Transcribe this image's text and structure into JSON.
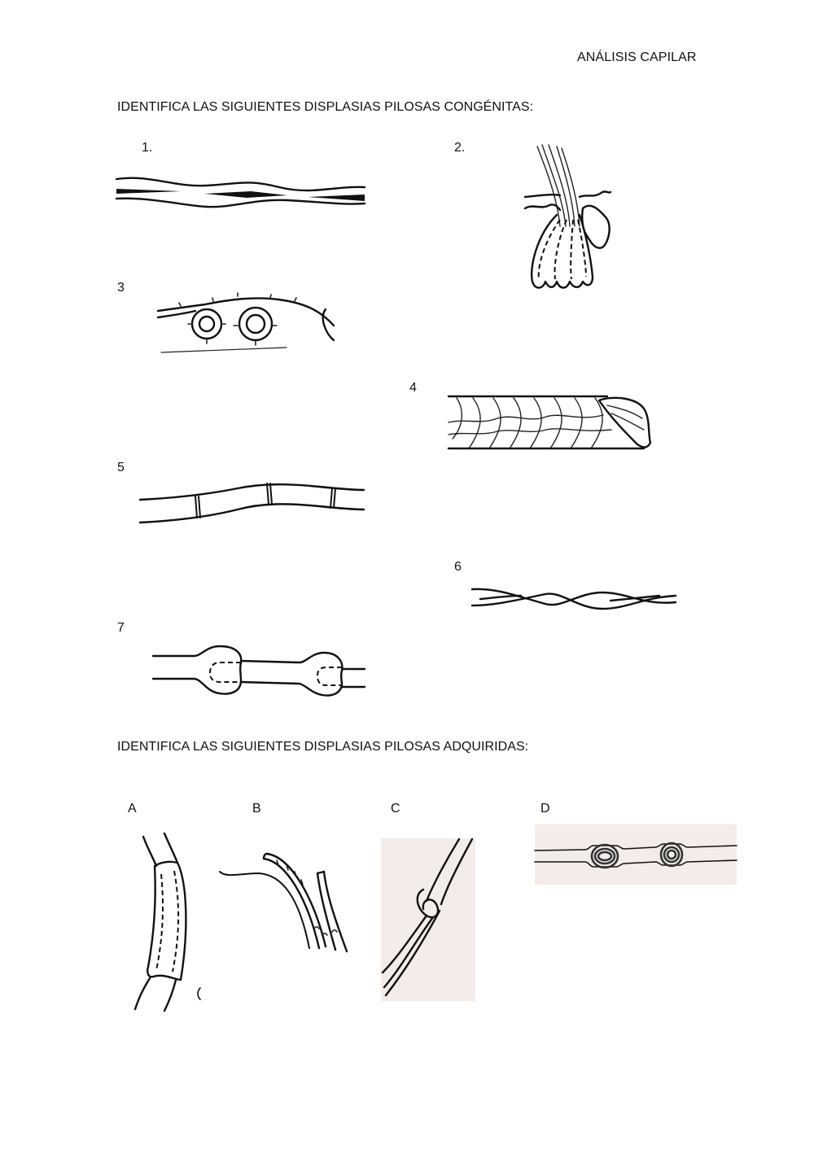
{
  "page": {
    "title": "ANÁLISIS CAPILAR"
  },
  "sections": {
    "congenital": {
      "heading": "IDENTIFICA LAS SIGUIENTES DISPLASIAS PILOSAS CONGÉNITAS:",
      "items": [
        {
          "label": "1.",
          "illustration": "hair-shaft-twisted-flattened"
        },
        {
          "label": "2.",
          "illustration": "multiple-hairs-single-follicle"
        },
        {
          "label": "3",
          "illustration": "coiled-hair-with-spines"
        },
        {
          "label": "4",
          "illustration": "hair-cuticle-scales-frayed-end"
        },
        {
          "label": "5",
          "illustration": "hair-with-transverse-bands"
        },
        {
          "label": "6",
          "illustration": "twisted-braided-hair"
        },
        {
          "label": "7",
          "illustration": "beaded-nodular-hair"
        }
      ]
    },
    "acquired": {
      "heading": "IDENTIFICA LAS SIGUIENTES DISPLASIAS PILOSAS ADQUIRIDAS:",
      "items": [
        {
          "label": "A",
          "illustration": "hair-with-sheath-cast"
        },
        {
          "label": "B",
          "illustration": "split-frayed-hair"
        },
        {
          "label": "C",
          "illustration": "knotted-hair"
        },
        {
          "label": "D",
          "illustration": "hair-with-nodular-swellings-photo"
        }
      ]
    }
  }
}
